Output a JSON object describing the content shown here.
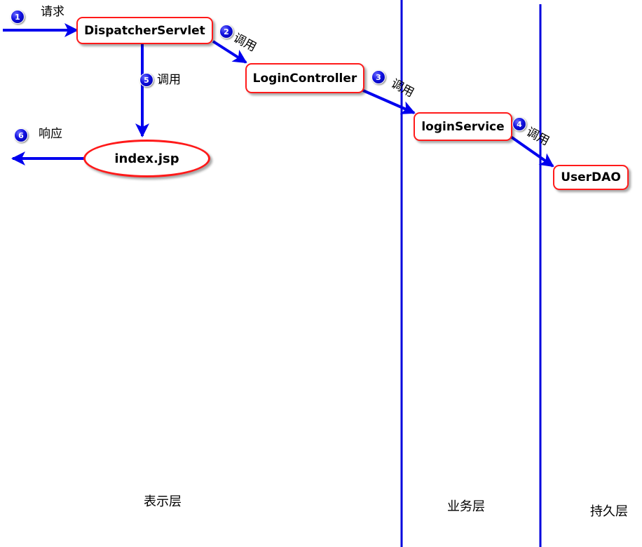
{
  "nodes": {
    "dispatcher": "DispatcherServlet",
    "login_controller": "LoginController",
    "login_service": "loginService",
    "user_dao": "UserDAO",
    "index_jsp": "index.jsp"
  },
  "steps": [
    {
      "number": "1",
      "label": "请求"
    },
    {
      "number": "2",
      "label": "调用"
    },
    {
      "number": "3",
      "label": "调用"
    },
    {
      "number": "4",
      "label": "调用"
    },
    {
      "number": "5",
      "label": "调用"
    },
    {
      "number": "6",
      "label": "响应"
    }
  ],
  "layers": {
    "presentation": "表示层",
    "business": "业务层",
    "persistence": "持久层"
  },
  "colors": {
    "arrow": "#0000ee",
    "node_border": "#ff1a1a",
    "divider": "#0000dd",
    "badge": "#1010e0"
  }
}
